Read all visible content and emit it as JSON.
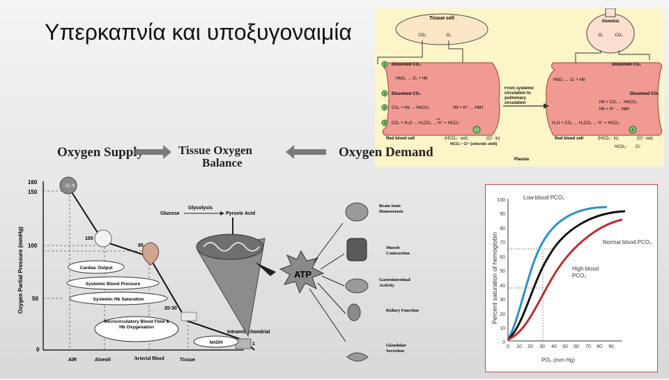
{
  "slide": {
    "title": "Υπερκαπνία και υποξυγοναιμία"
  },
  "header": {
    "supply": "Oxygen Supply",
    "balance_1": "Tissue Oxygen",
    "balance_2": "Balance",
    "demand": "Oxygen Demand"
  },
  "co2_diagram": {
    "tissue_cell": "Tissue cell",
    "alveolus": "Alveolus",
    "co2": "CO₂",
    "o2": "O₂",
    "dissolved_co2": "Dissolved CO₂",
    "left_reactions": [
      "HbO₂ → O₂ + Hb",
      "CO₂ + Hb → HbCO₂",
      "Hb + H⁺ → HbH",
      "CO₂ + H₂O → H₂CO₃ → H⁺ + HCO₃⁻"
    ],
    "right_reactions": [
      "HbO₂ ← O₂ + Hb",
      "Hb + CO₂ ← HbCO₂",
      "Hb + H⁺ ← HbH",
      "H₂O + CO₂ ← H₂CO₃ ← H⁺ + HCO₃⁻"
    ],
    "numbers": [
      "1",
      "2",
      "3",
      "4"
    ],
    "ca": "CA",
    "middle_label": "From systemic circulation to pulmonary circulation",
    "rbc": "Red blood cell",
    "hco3_out": "(HCO₃⁻ out)",
    "cl_in": "(Cl⁻ in)",
    "hco3_in": "(HCO₃⁻ in)",
    "cl_out": "(Cl⁻ out)",
    "chloride_shift": "HCO₃⁻  Cl⁻ (chloride shift)",
    "hco3": "HCO₃⁻",
    "cl": "Cl⁻",
    "plasma": "Plasma"
  },
  "cascade": {
    "y_axis_label": "Oxygen Partial Pressure (mmHg)",
    "y_ticks": [
      "160",
      "150",
      "100",
      "50",
      "0"
    ],
    "x_ticks": [
      "AIR",
      "Alveoli",
      "Arterial Blood",
      "Tissue"
    ],
    "point_labels": [
      "100",
      "95",
      "20-30",
      "1"
    ],
    "o2_label": "O₂ %",
    "boxes": [
      "Cardiac Output",
      "Systemic Blood Pressure",
      "Systemic Hb Saturation",
      "Microcirculatory Blood Flow & Hb Oxygenation",
      "NADH"
    ],
    "intramito": "Intramitochondrial",
    "glucose": "Glucose",
    "glycolysis": "Glycolysis",
    "pyruvic": "Pyruvic Acid",
    "atp": "ATP",
    "outputs": [
      "Brain Ionic Homeostasis",
      "Muscle Contraction",
      "Gastrointestinal Activity",
      "Kidney Function",
      "Glandular Secretion"
    ]
  },
  "dissociation": {
    "ylabel": "Percent saturation of hemoglobin",
    "xlabel": "PO₂ (mm Hg)",
    "y_ticks": [
      "100",
      "90",
      "80",
      "70",
      "60",
      "50",
      "40",
      "30",
      "20",
      "10",
      "0"
    ],
    "x_ticks": [
      "0",
      "10",
      "20",
      "30",
      "40",
      "50",
      "60",
      "70",
      "80",
      "90"
    ],
    "curve_labels": {
      "low": "Low blood PCO₂",
      "normal": "Normal blood PCO₂",
      "high": "High blood PCO₂"
    },
    "colors": {
      "low": "#2a90c8",
      "normal": "#111111",
      "high": "#c0282d",
      "frame": "#c84646"
    }
  }
}
